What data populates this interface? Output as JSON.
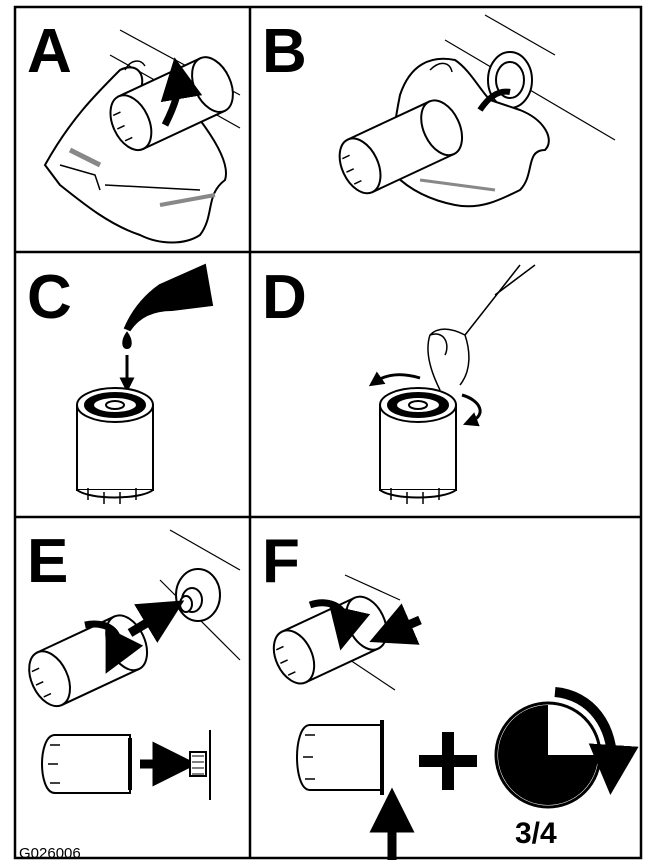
{
  "figure_code": "G026006",
  "panels": [
    {
      "label": "A"
    },
    {
      "label": "B"
    },
    {
      "label": "C"
    },
    {
      "label": "D"
    },
    {
      "label": "E"
    },
    {
      "label": "F"
    }
  ],
  "turn_fraction_label": "3/4",
  "turn_fraction_value": 0.75,
  "colors": {
    "ink": "#000000",
    "paper": "#ffffff",
    "cloth_shadow": "#888888"
  }
}
